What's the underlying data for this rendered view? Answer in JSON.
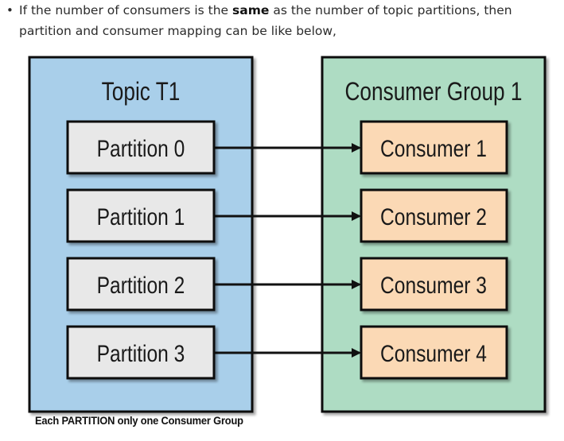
{
  "intro": {
    "bullet": "•",
    "before": "If the number of consumers is the ",
    "bold": "same",
    "after": " as the number of topic partitions, then partition and consumer mapping can be like below,"
  },
  "topic": {
    "title": "Topic T1",
    "partitions": [
      "Partition 0",
      "Partition 1",
      "Partition 2",
      "Partition 3"
    ]
  },
  "group": {
    "title": "Consumer Group 1",
    "consumers": [
      "Consumer 1",
      "Consumer 2",
      "Consumer 3",
      "Consumer 4"
    ]
  },
  "caption": "Each PARTITION only one Consumer Group",
  "colors": {
    "topic_bg": "#a9cfea",
    "group_bg": "#aedcc3",
    "partition_bg": "#e8e8e8",
    "consumer_bg": "#fbd9b5",
    "stroke": "#111111"
  }
}
